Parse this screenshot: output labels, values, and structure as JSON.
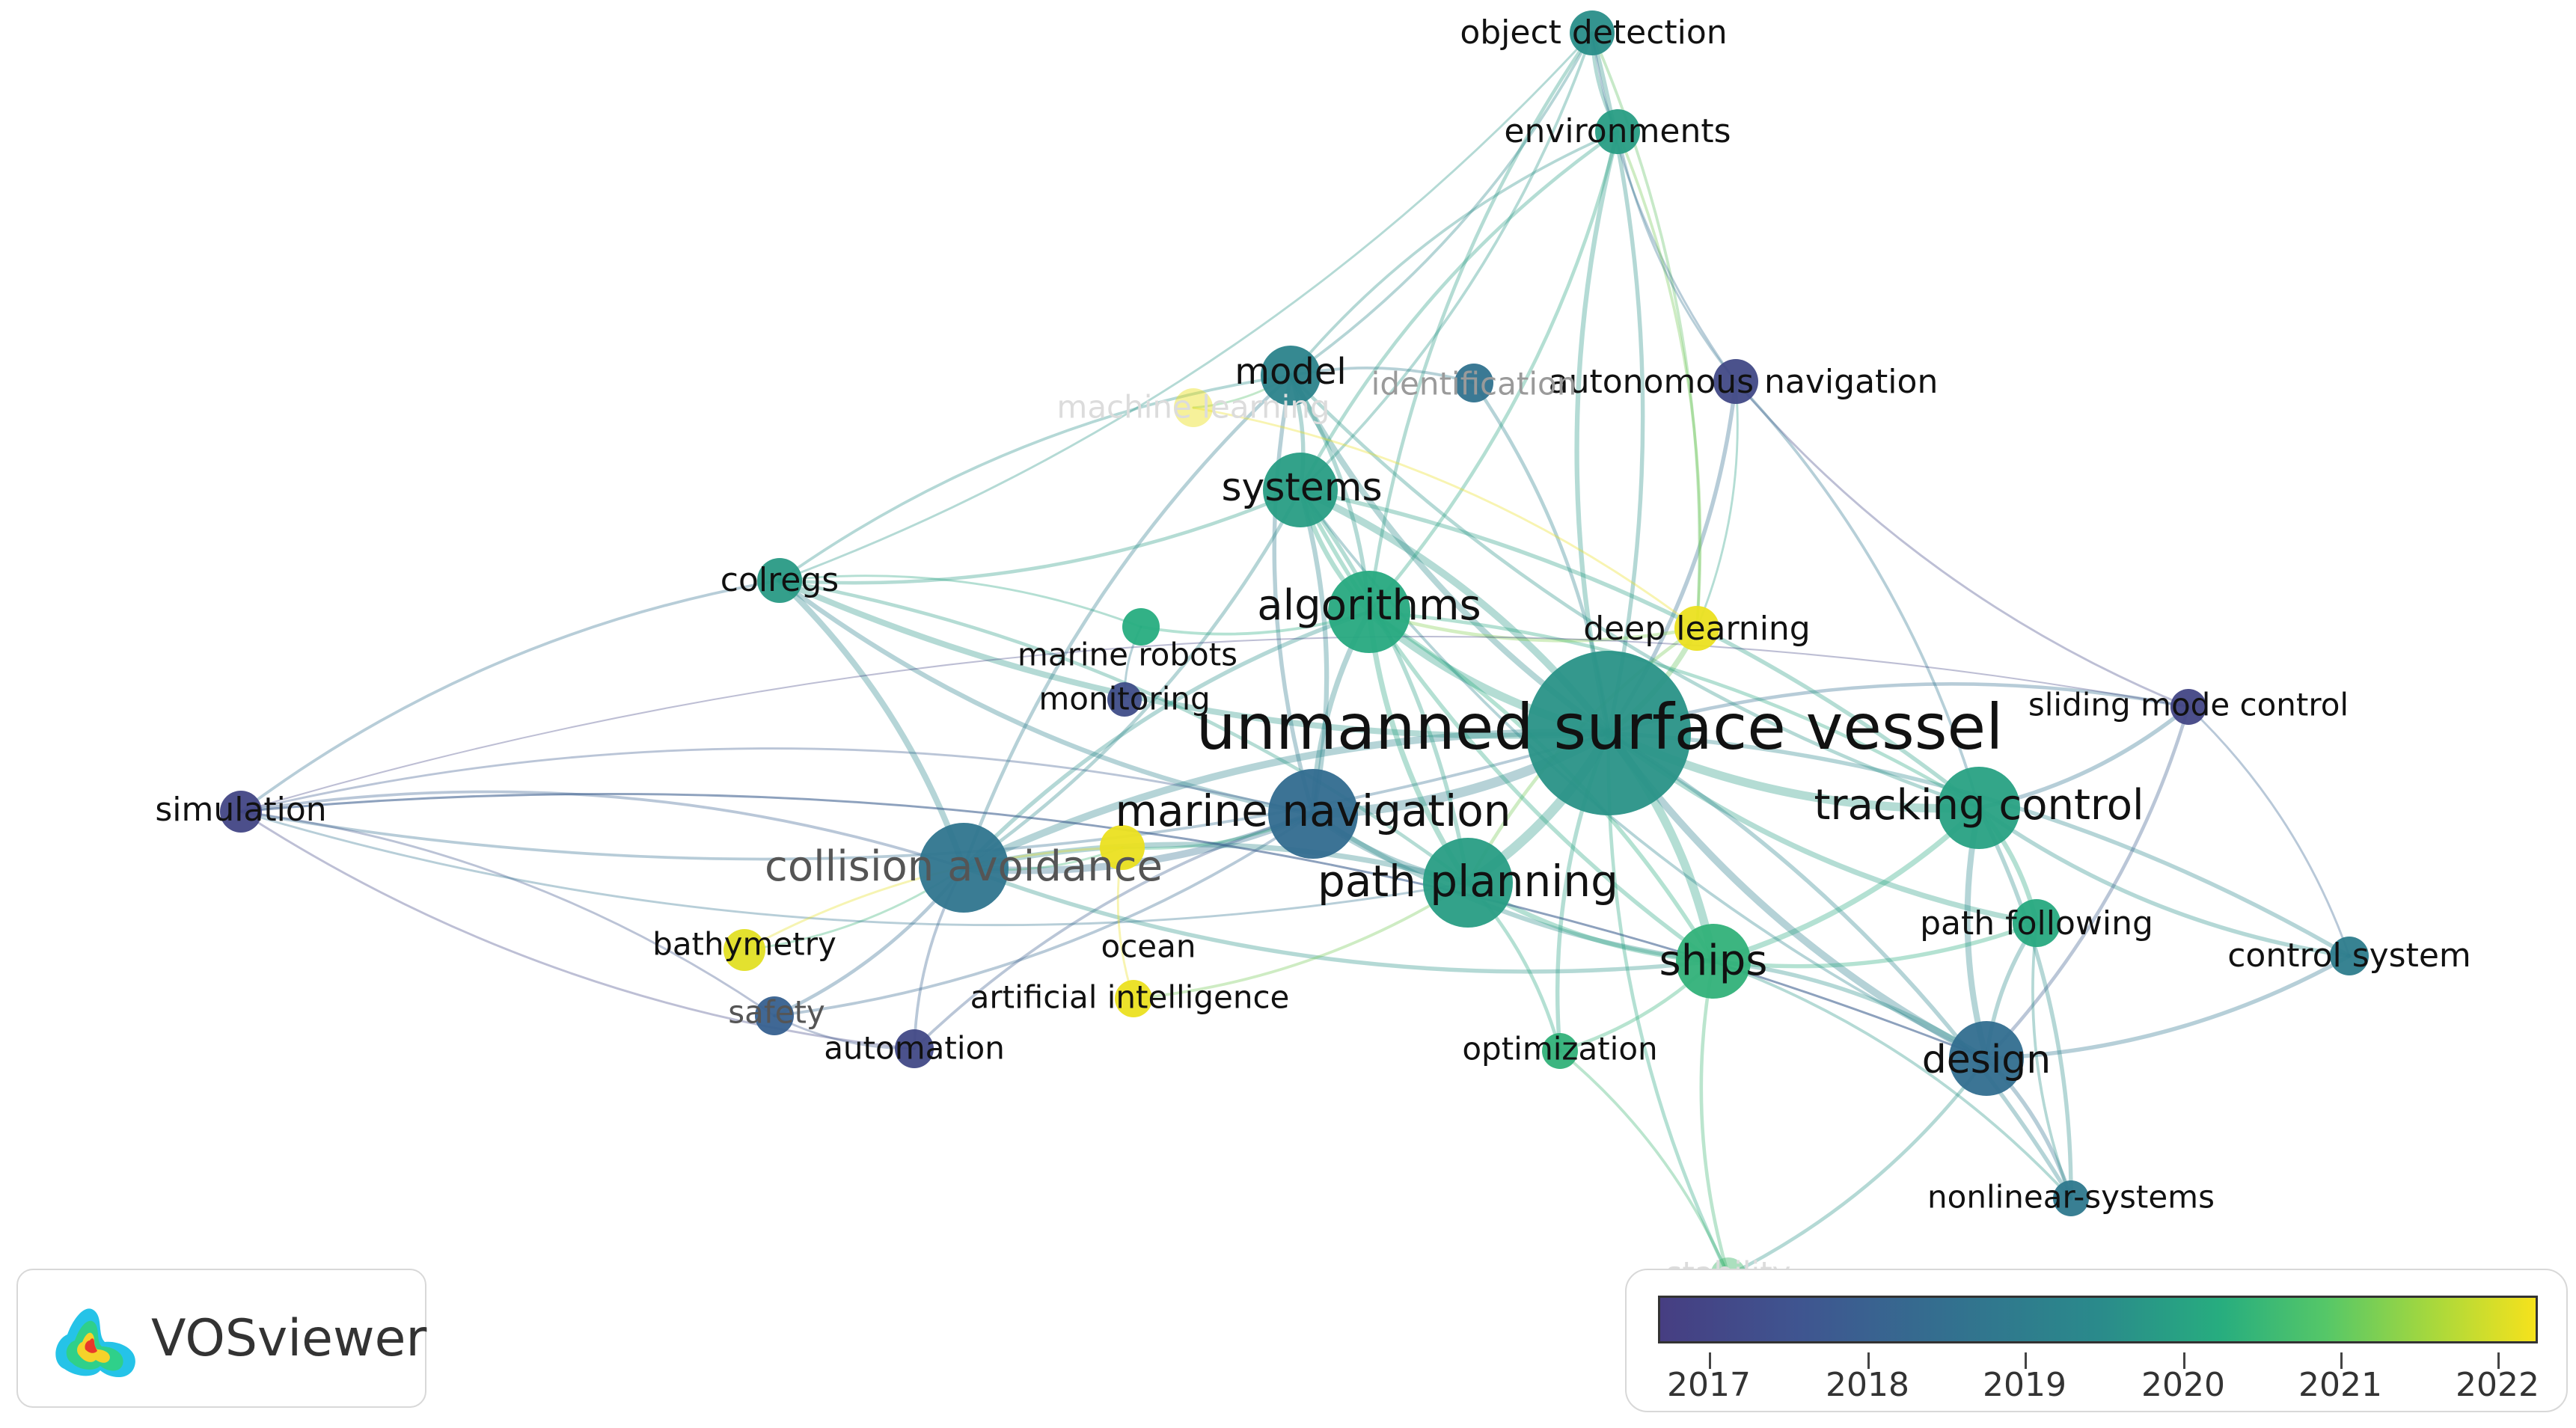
{
  "nodes": [
    {
      "id": "usv",
      "label": "unmanned surface vessel",
      "year": 2019.3,
      "weight": 10,
      "cls": ""
    },
    {
      "id": "marine_navigation",
      "label": "marine navigation",
      "year": 2018.2,
      "weight": 5,
      "cls": ""
    },
    {
      "id": "collision_avoidance",
      "label": "collision avoidance",
      "year": 2018.5,
      "weight": 5,
      "cls": "grey"
    },
    {
      "id": "path_planning",
      "label": "path planning",
      "year": 2019.6,
      "weight": 5,
      "cls": ""
    },
    {
      "id": "tracking_control",
      "label": "tracking control",
      "year": 2019.7,
      "weight": 4.5,
      "cls": ""
    },
    {
      "id": "algorithms",
      "label": "algorithms",
      "year": 2019.9,
      "weight": 4.5,
      "cls": ""
    },
    {
      "id": "systems",
      "label": "systems",
      "year": 2019.6,
      "weight": 4,
      "cls": ""
    },
    {
      "id": "ships",
      "label": "ships",
      "year": 2020.1,
      "weight": 4,
      "cls": ""
    },
    {
      "id": "design",
      "label": "design",
      "year": 2018.3,
      "weight": 4,
      "cls": ""
    },
    {
      "id": "model",
      "label": "model",
      "year": 2018.9,
      "weight": 3,
      "cls": ""
    },
    {
      "id": "object_detection",
      "label": "object detection",
      "year": 2019.2,
      "weight": 2,
      "cls": ""
    },
    {
      "id": "environments",
      "label": "environments",
      "year": 2019.6,
      "weight": 2,
      "cls": ""
    },
    {
      "id": "autonomous_navigation",
      "label": "autonomous navigation",
      "year": 2017.3,
      "weight": 2,
      "cls": ""
    },
    {
      "id": "identification",
      "label": "identification",
      "year": 2018.4,
      "weight": 1.6,
      "cls": "faded"
    },
    {
      "id": "machine_learning",
      "label": "machine learning",
      "year": 2021.9,
      "weight": 1.6,
      "cls": "ghost"
    },
    {
      "id": "colregs",
      "label": "colregs",
      "year": 2019.5,
      "weight": 2,
      "cls": ""
    },
    {
      "id": "deep_learning",
      "label": "deep learning",
      "year": 2021.9,
      "weight": 2,
      "cls": ""
    },
    {
      "id": "marine_robots",
      "label": "marine robots",
      "year": 2020.0,
      "weight": 1.5,
      "cls": ""
    },
    {
      "id": "monitoring",
      "label": "monitoring",
      "year": 2017.4,
      "weight": 1.3,
      "cls": ""
    },
    {
      "id": "sliding_mode_control",
      "label": "sliding mode control",
      "year": 2017.2,
      "weight": 1.4,
      "cls": ""
    },
    {
      "id": "simulation",
      "label": "simulation",
      "year": 2017.2,
      "weight": 1.8,
      "cls": ""
    },
    {
      "id": "path_following",
      "label": "path following",
      "year": 2019.9,
      "weight": 2.2,
      "cls": ""
    },
    {
      "id": "control_system",
      "label": "control system",
      "year": 2018.7,
      "weight": 1.6,
      "cls": ""
    },
    {
      "id": "bathymetry",
      "label": "bathymetry",
      "year": 2021.8,
      "weight": 1.8,
      "cls": ""
    },
    {
      "id": "ocean",
      "label": "ocean",
      "year": 2021.9,
      "weight": 2,
      "cls": ""
    },
    {
      "id": "artificial_intelligence",
      "label": "artificial intelligence",
      "year": 2021.9,
      "weight": 1.5,
      "cls": ""
    },
    {
      "id": "safety",
      "label": "safety",
      "year": 2017.9,
      "weight": 1.6,
      "cls": "grey"
    },
    {
      "id": "automation",
      "label": "automation",
      "year": 2017.3,
      "weight": 1.6,
      "cls": ""
    },
    {
      "id": "optimization",
      "label": "optimization",
      "year": 2020.1,
      "weight": 1.4,
      "cls": ""
    },
    {
      "id": "nonlinear_systems",
      "label": "nonlinear-systems",
      "year": 2018.6,
      "weight": 1.4,
      "cls": ""
    },
    {
      "id": "stability",
      "label": "stability",
      "year": 2020.3,
      "weight": 1.4,
      "cls": "ghost"
    }
  ],
  "links": [
    [
      "usv",
      "marine_navigation",
      14
    ],
    [
      "usv",
      "collision_avoidance",
      10
    ],
    [
      "usv",
      "path_planning",
      14
    ],
    [
      "usv",
      "tracking_control",
      12
    ],
    [
      "usv",
      "algorithms",
      12
    ],
    [
      "usv",
      "systems",
      10
    ],
    [
      "usv",
      "ships",
      12
    ],
    [
      "usv",
      "design",
      10
    ],
    [
      "usv",
      "model",
      8
    ],
    [
      "usv",
      "object_detection",
      5
    ],
    [
      "usv",
      "environments",
      6
    ],
    [
      "usv",
      "autonomous_navigation",
      5
    ],
    [
      "usv",
      "colregs",
      8
    ],
    [
      "usv",
      "deep_learning",
      7
    ],
    [
      "usv",
      "sliding_mode_control",
      4
    ],
    [
      "usv",
      "path_following",
      7
    ],
    [
      "usv",
      "control_system",
      5
    ],
    [
      "usv",
      "optimization",
      5
    ],
    [
      "usv",
      "nonlinear_systems",
      5
    ],
    [
      "usv",
      "stability",
      4
    ],
    [
      "usv",
      "simulation",
      3
    ],
    [
      "usv",
      "identification",
      4
    ],
    [
      "marine_navigation",
      "collision_avoidance",
      10
    ],
    [
      "marine_navigation",
      "path_planning",
      9
    ],
    [
      "marine_navigation",
      "colregs",
      6
    ],
    [
      "marine_navigation",
      "systems",
      6
    ],
    [
      "marine_navigation",
      "algorithms",
      7
    ],
    [
      "marine_navigation",
      "ships",
      6
    ],
    [
      "marine_navigation",
      "model",
      5
    ],
    [
      "marine_navigation",
      "simulation",
      2
    ],
    [
      "marine_navigation",
      "safety",
      3
    ],
    [
      "marine_navigation",
      "automation",
      3
    ],
    [
      "marine_navigation",
      "ocean",
      3
    ],
    [
      "collision_avoidance",
      "colregs",
      8
    ],
    [
      "collision_avoidance",
      "path_planning",
      7
    ],
    [
      "collision_avoidance",
      "simulation",
      3
    ],
    [
      "collision_avoidance",
      "safety",
      4
    ],
    [
      "collision_avoidance",
      "ships",
      5
    ],
    [
      "collision_avoidance",
      "algorithms",
      5
    ],
    [
      "collision_avoidance",
      "systems",
      4
    ],
    [
      "collision_avoidance",
      "model",
      4
    ],
    [
      "collision_avoidance",
      "automation",
      3
    ],
    [
      "collision_avoidance",
      "bathymetry",
      2
    ],
    [
      "collision_avoidance",
      "ocean",
      2
    ],
    [
      "path_planning",
      "algorithms",
      7
    ],
    [
      "path_planning",
      "ships",
      6
    ],
    [
      "path_planning",
      "optimization",
      4
    ],
    [
      "path_planning",
      "systems",
      5
    ],
    [
      "path_planning",
      "deep_learning",
      4
    ],
    [
      "path_planning",
      "colregs",
      4
    ],
    [
      "path_planning",
      "artificial_intelligence",
      3
    ],
    [
      "tracking_control",
      "design",
      8
    ],
    [
      "tracking_control",
      "ships",
      7
    ],
    [
      "tracking_control",
      "sliding_mode_control",
      5
    ],
    [
      "tracking_control",
      "path_following",
      6
    ],
    [
      "tracking_control",
      "control_system",
      5
    ],
    [
      "tracking_control",
      "nonlinear_systems",
      5
    ],
    [
      "tracking_control",
      "systems",
      5
    ],
    [
      "tracking_control",
      "model",
      4
    ],
    [
      "tracking_control",
      "algorithms",
      4
    ],
    [
      "design",
      "nonlinear_systems",
      5
    ],
    [
      "design",
      "control_system",
      5
    ],
    [
      "design",
      "path_following",
      5
    ],
    [
      "design",
      "ships",
      5
    ],
    [
      "design",
      "stability",
      4
    ],
    [
      "design",
      "sliding_mode_control",
      4
    ],
    [
      "design",
      "systems",
      3
    ],
    [
      "design",
      "simulation",
      2
    ],
    [
      "algorithms",
      "systems",
      6
    ],
    [
      "algorithms",
      "model",
      5
    ],
    [
      "algorithms",
      "ships",
      5
    ],
    [
      "algorithms",
      "environments",
      4
    ],
    [
      "algorithms",
      "object_detection",
      4
    ],
    [
      "algorithms",
      "deep_learning",
      4
    ],
    [
      "algorithms",
      "marine_robots",
      3
    ],
    [
      "systems",
      "model",
      5
    ],
    [
      "systems",
      "environments",
      4
    ],
    [
      "systems",
      "object_detection",
      3
    ],
    [
      "systems",
      "colregs",
      4
    ],
    [
      "systems",
      "ships",
      5
    ],
    [
      "model",
      "environments",
      3
    ],
    [
      "model",
      "object_detection",
      3
    ],
    [
      "model",
      "machine_learning",
      2
    ],
    [
      "model",
      "colregs",
      3
    ],
    [
      "model",
      "identification",
      3
    ],
    [
      "ships",
      "path_following",
      5
    ],
    [
      "ships",
      "optimization",
      4
    ],
    [
      "ships",
      "stability",
      4
    ],
    [
      "ships",
      "nonlinear_systems",
      3
    ],
    [
      "object_detection",
      "environments",
      4
    ],
    [
      "object_detection",
      "deep_learning",
      3
    ],
    [
      "object_detection",
      "autonomous_navigation",
      2
    ],
    [
      "environments",
      "deep_learning",
      3
    ],
    [
      "environments",
      "autonomous_navigation",
      2
    ],
    [
      "autonomous_navigation",
      "deep_learning",
      2
    ],
    [
      "autonomous_navigation",
      "sliding_mode_control",
      2
    ],
    [
      "autonomous_navigation",
      "tracking_control",
      3
    ],
    [
      "colregs",
      "simulation",
      3
    ],
    [
      "colregs",
      "marine_robots",
      2
    ],
    [
      "colregs",
      "object_detection",
      2
    ],
    [
      "simulation",
      "safety",
      2
    ],
    [
      "simulation",
      "automation",
      2
    ],
    [
      "simulation",
      "design",
      2
    ],
    [
      "simulation",
      "path_planning",
      2
    ],
    [
      "simulation",
      "sliding_mode_control",
      1
    ],
    [
      "marine_robots",
      "monitoring",
      2
    ],
    [
      "bathymetry",
      "ocean",
      2
    ],
    [
      "ocean",
      "artificial_intelligence",
      2
    ],
    [
      "machine_learning",
      "deep_learning",
      2
    ],
    [
      "safety",
      "automation",
      2
    ],
    [
      "optimization",
      "stability",
      3
    ],
    [
      "path_following",
      "nonlinear_systems",
      3
    ],
    [
      "sliding_mode_control",
      "control_system",
      2
    ]
  ],
  "legend": {
    "ticks": [
      "2017",
      "2018",
      "2019",
      "2020",
      "2021",
      "2022"
    ]
  },
  "brand": {
    "name": "VOSviewer"
  }
}
